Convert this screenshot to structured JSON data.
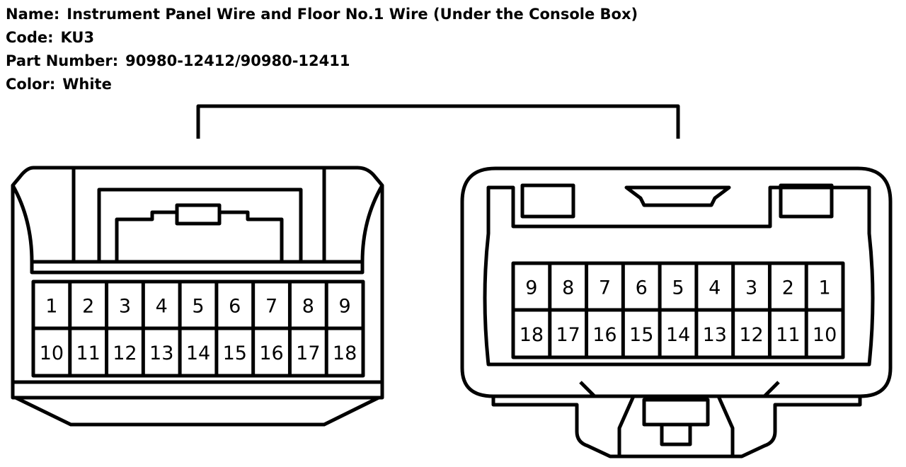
{
  "info": {
    "name_label": "Name:",
    "name_value": "Instrument Panel Wire and Floor No.1 Wire (Under the Console Box)",
    "code_label": "Code:",
    "code_value": "KU3",
    "part_label": "Part Number:",
    "part_value": "90980-12412/90980-12411",
    "color_label": "Color:",
    "color_value": "White"
  },
  "left_connector": {
    "top_row": [
      "1",
      "2",
      "3",
      "4",
      "5",
      "6",
      "7",
      "8",
      "9"
    ],
    "bottom_row": [
      "10",
      "11",
      "12",
      "13",
      "14",
      "15",
      "16",
      "17",
      "18"
    ]
  },
  "right_connector": {
    "top_row": [
      "9",
      "8",
      "7",
      "6",
      "5",
      "4",
      "3",
      "2",
      "1"
    ],
    "bottom_row": [
      "18",
      "17",
      "16",
      "15",
      "14",
      "13",
      "12",
      "11",
      "10"
    ]
  }
}
